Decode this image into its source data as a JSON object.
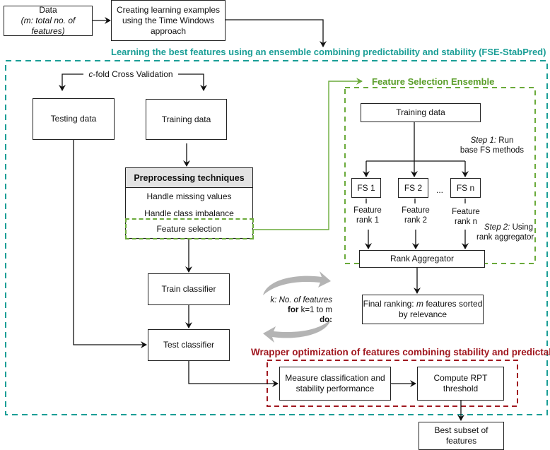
{
  "input": {
    "data_label": "Data",
    "data_note": "(m: total no. of features)",
    "creating_label": "Creating learning examples using the Time Windows approach"
  },
  "fse_stabpred": {
    "title": "Learning the best features using an ensemble combining  predictability and stability (FSE-StabPred)",
    "cv_prefix": "c",
    "cv_label": "-fold Cross Validation",
    "testing_data": "Testing data",
    "training_data": "Training data",
    "preprocessing": {
      "header": "Preprocessing techniques",
      "items": [
        "Handle missing values",
        "Handle class imbalance",
        "Feature selection"
      ]
    },
    "train_classifier": "Train classifier",
    "test_classifier": "Test classifier",
    "loop": {
      "k_var": "k:",
      "k_desc": " No. of features",
      "for_kw": "for",
      "range": " k=1 to m",
      "do_kw": "do:"
    }
  },
  "ensemble": {
    "title": "Feature Selection Ensemble",
    "training_data": "Training data",
    "step1_prefix": "Step 1:",
    "step1_text": " Run",
    "step1_text2": "base FS methods",
    "methods": [
      {
        "name": "FS 1",
        "rank": "Feature rank 1",
        "rank_l1": "Feature",
        "rank_l2": "rank 1"
      },
      {
        "name": "FS 2",
        "rank": "Feature rank 2",
        "rank_l1": "Feature",
        "rank_l2": "rank 2"
      },
      {
        "name": "FS n",
        "rank": "Feature rank n",
        "rank_l1": "Feature",
        "rank_l2": "rank n"
      }
    ],
    "ellipsis": "...",
    "step2_prefix": "Step 2:",
    "step2_text": "  Using",
    "step2_text2": "rank aggregator",
    "rank_aggregator": "Rank Aggregator",
    "final_ranking_a": "Final ranking: ",
    "final_ranking_m": "m",
    "final_ranking_b": " features sorted",
    "final_ranking_c": "by relevance"
  },
  "wrapper": {
    "title": "Wrapper optimization of features combining stability and predictability",
    "measure": "Measure classification and stability performance",
    "compute": "Compute RPT threshold"
  },
  "output": {
    "best_subset": "Best subset of features"
  },
  "colors": {
    "teal": "#1a9e96",
    "green": "#6aaa3a",
    "green_text": "#5a9e2a",
    "red": "#a01820",
    "header_gray": "#e3e3e3",
    "loop_arrow_gray": "#b4b4b4"
  }
}
